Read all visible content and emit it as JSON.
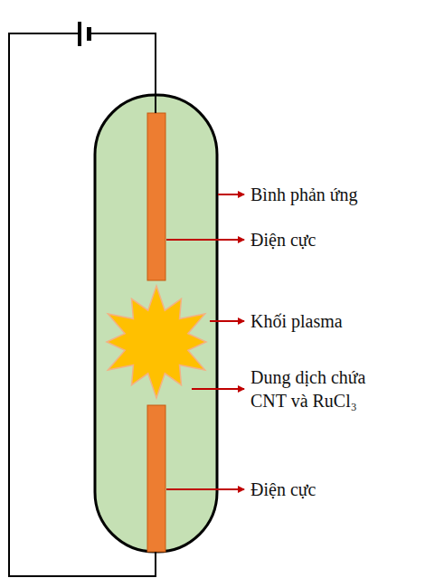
{
  "diagram": {
    "labels": [
      "Bình phản ứng",
      "Điện cực",
      "Khối plasma",
      "Dung dịch chứa CNT và RuCl₃",
      "Điện cực"
    ]
  }
}
